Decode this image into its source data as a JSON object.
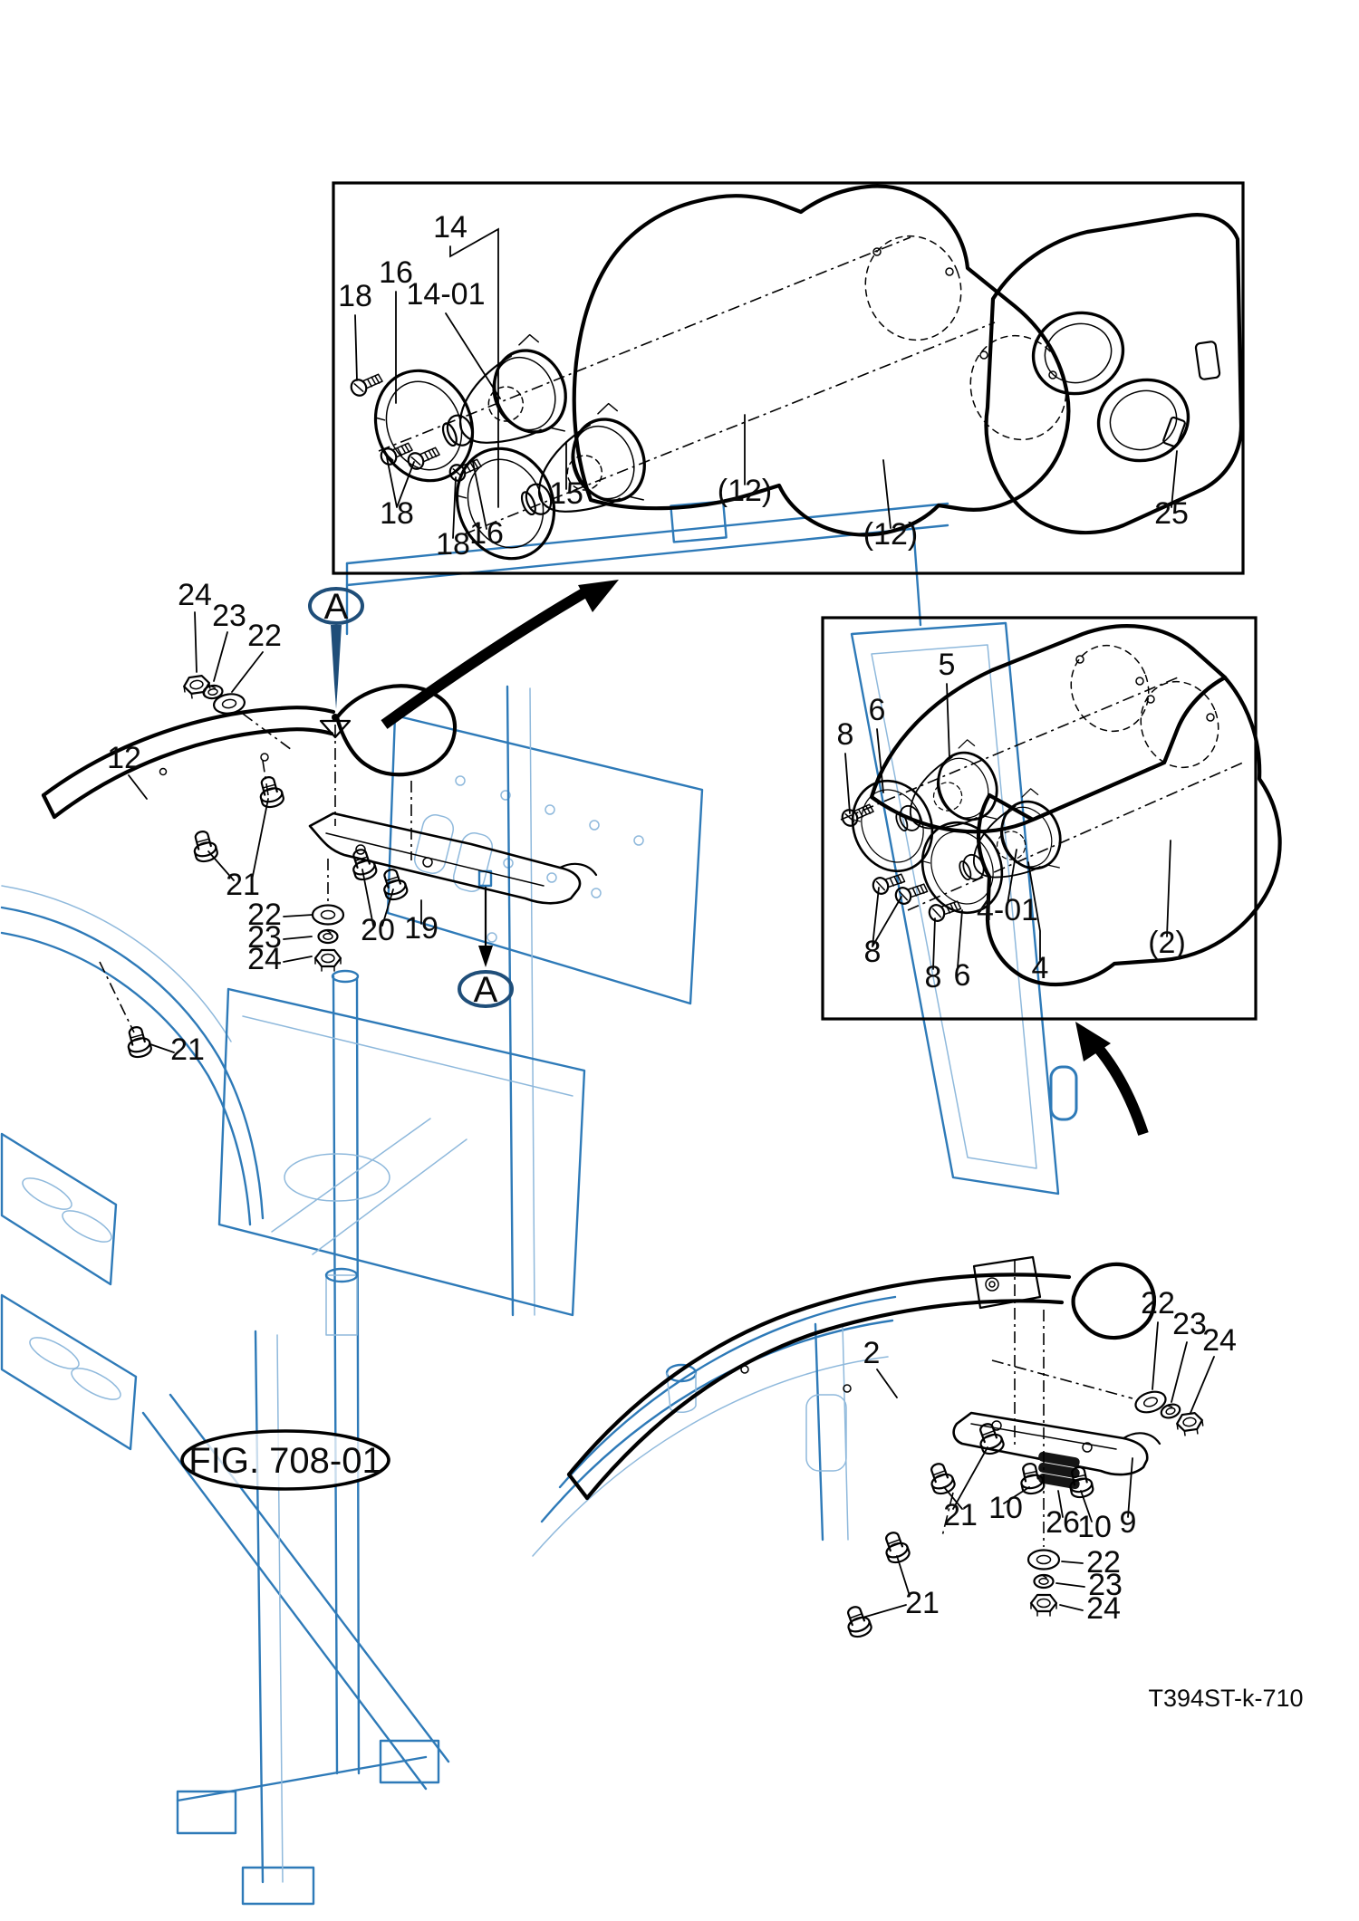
{
  "doc": {
    "figure_ref": "FIG. 708-01",
    "drawing_code": "T394ST-k-710",
    "detail_marker_top": "A",
    "detail_marker_bottom": "A"
  },
  "colors": {
    "ink": "#000000",
    "frame_blue": "#2E7AB8",
    "frame_blue_light": "#8FB9DC",
    "detail_circle_navy": "#1F4E79",
    "background": "#FFFFFF"
  },
  "inset_top": {
    "description": "exploded-headlight-detail-A",
    "callouts": [
      "14",
      "16",
      "18",
      "14-01",
      "18",
      "18",
      "16",
      "15",
      "(12)",
      "(12)",
      "25"
    ]
  },
  "inset_right": {
    "description": "exploded-headlight-detail-lower",
    "callouts": [
      "5",
      "6",
      "8",
      "8",
      "8",
      "6",
      "4-01",
      "4",
      "(2)"
    ]
  },
  "left_fender": {
    "description": "left-fender-assembly",
    "callouts": [
      "24",
      "23",
      "22",
      "12",
      "21",
      "22",
      "23",
      "24",
      "20",
      "19",
      "21"
    ]
  },
  "right_fender": {
    "description": "right-fender-assembly",
    "callouts": [
      "2",
      "22",
      "23",
      "24",
      "21",
      "10",
      "26",
      "10",
      "9",
      "22",
      "23",
      "24",
      "21"
    ]
  }
}
